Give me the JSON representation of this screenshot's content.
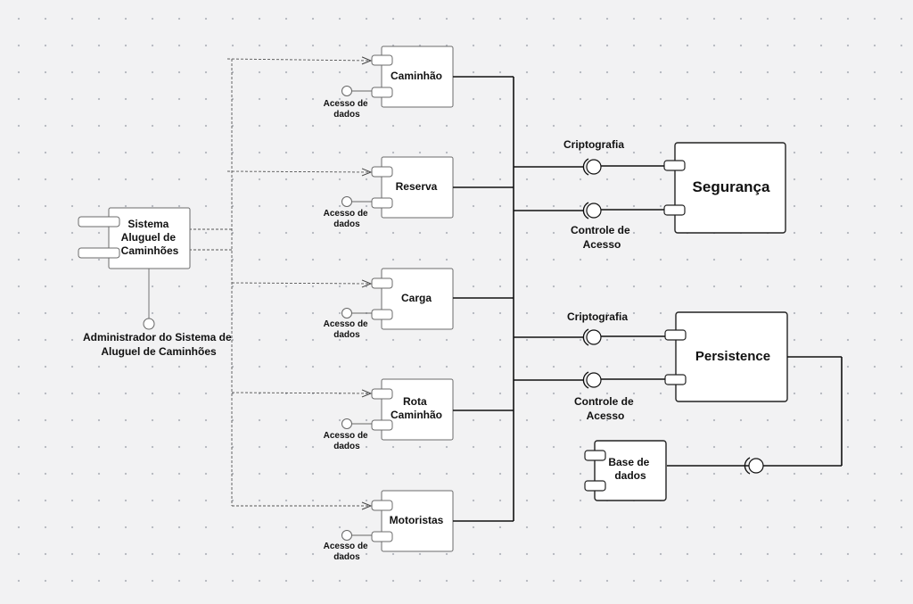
{
  "diagram": {
    "main_component": {
      "label_lines": [
        "Sistema",
        "Aluguel de",
        "Caminhões"
      ]
    },
    "actor": {
      "label_lines": [
        "Administrador do Sistema de",
        "Aluguel de Caminhões"
      ]
    },
    "components": [
      {
        "label_lines": [
          "Caminhão"
        ],
        "port_label_lines": [
          "Acesso de",
          "dados"
        ]
      },
      {
        "label_lines": [
          "Reserva"
        ],
        "port_label_lines": [
          "Acesso de",
          "dados"
        ]
      },
      {
        "label_lines": [
          "Carga"
        ],
        "port_label_lines": [
          "Acesso de",
          "dados"
        ]
      },
      {
        "label_lines": [
          "Rota",
          "Caminhão"
        ],
        "port_label_lines": [
          "Acesso de",
          "dados"
        ]
      },
      {
        "label_lines": [
          "Motoristas"
        ],
        "port_label_lines": [
          "Acesso de",
          "dados"
        ]
      }
    ],
    "seguranca": {
      "label": "Segurança",
      "interfaces": [
        {
          "label_lines": [
            "Criptografia"
          ]
        },
        {
          "label_lines": [
            "Controle de",
            "Acesso"
          ]
        }
      ]
    },
    "persistence": {
      "label": "Persistence",
      "interfaces": [
        {
          "label_lines": [
            "Criptografia"
          ]
        },
        {
          "label_lines": [
            "Controle de",
            "Acesso"
          ]
        }
      ]
    },
    "database": {
      "label_lines": [
        "Base de",
        "dados"
      ]
    }
  }
}
